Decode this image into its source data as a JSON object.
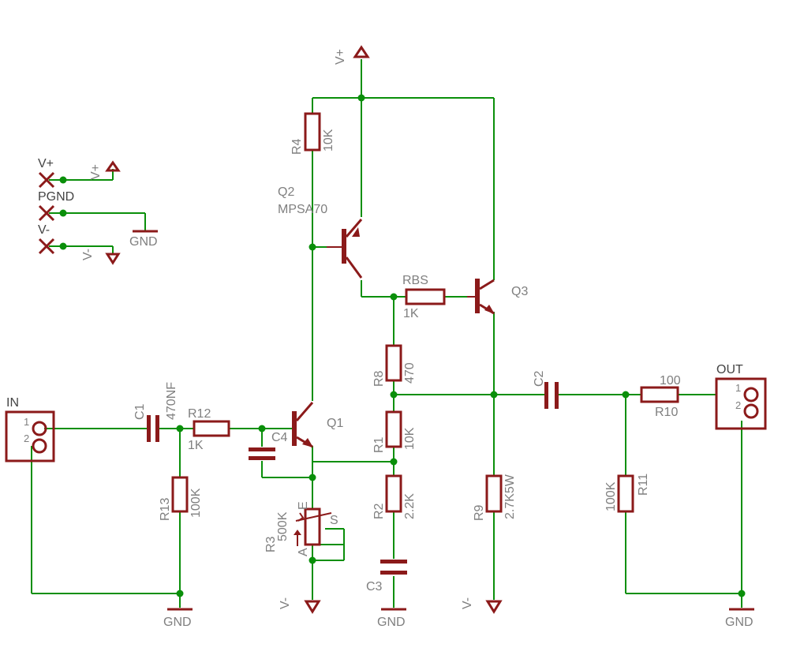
{
  "supply": {
    "vplus": "V+",
    "vminus": "V-",
    "gnd": "GND",
    "pgnd": "PGND"
  },
  "connectors": {
    "in": "IN",
    "out": "OUT",
    "pin1": "1",
    "pin2": "2"
  },
  "components": {
    "C1": {
      "name": "C1",
      "value": "470NF"
    },
    "C2": {
      "name": "C2"
    },
    "C3": {
      "name": "C3"
    },
    "C4": {
      "name": "C4"
    },
    "R1": {
      "name": "R1",
      "value": "10K"
    },
    "R2": {
      "name": "R2",
      "value": "2.2K"
    },
    "R3": {
      "name": "R3",
      "value": "500K",
      "pin_e": "E",
      "pin_s": "S",
      "pin_a": "A"
    },
    "R4": {
      "name": "R4",
      "value": "10K"
    },
    "R8": {
      "name": "R8",
      "value": "470"
    },
    "R9": {
      "name": "R9",
      "value": "2.7K5W"
    },
    "R10": {
      "name": "R10",
      "value": "100"
    },
    "R11": {
      "name": "R11",
      "value": "100K"
    },
    "R12": {
      "name": "R12",
      "value": "1K"
    },
    "R13": {
      "name": "R13",
      "value": "100K"
    },
    "RBS": {
      "name": "RBS",
      "value": "1K"
    },
    "Q1": {
      "name": "Q1"
    },
    "Q2": {
      "name": "Q2",
      "value": "MPSA70"
    },
    "Q3": {
      "name": "Q3"
    }
  },
  "colors": {
    "wire": "#0a8f0a",
    "part": "#8b1a1a",
    "label": "#7f7f7f"
  }
}
